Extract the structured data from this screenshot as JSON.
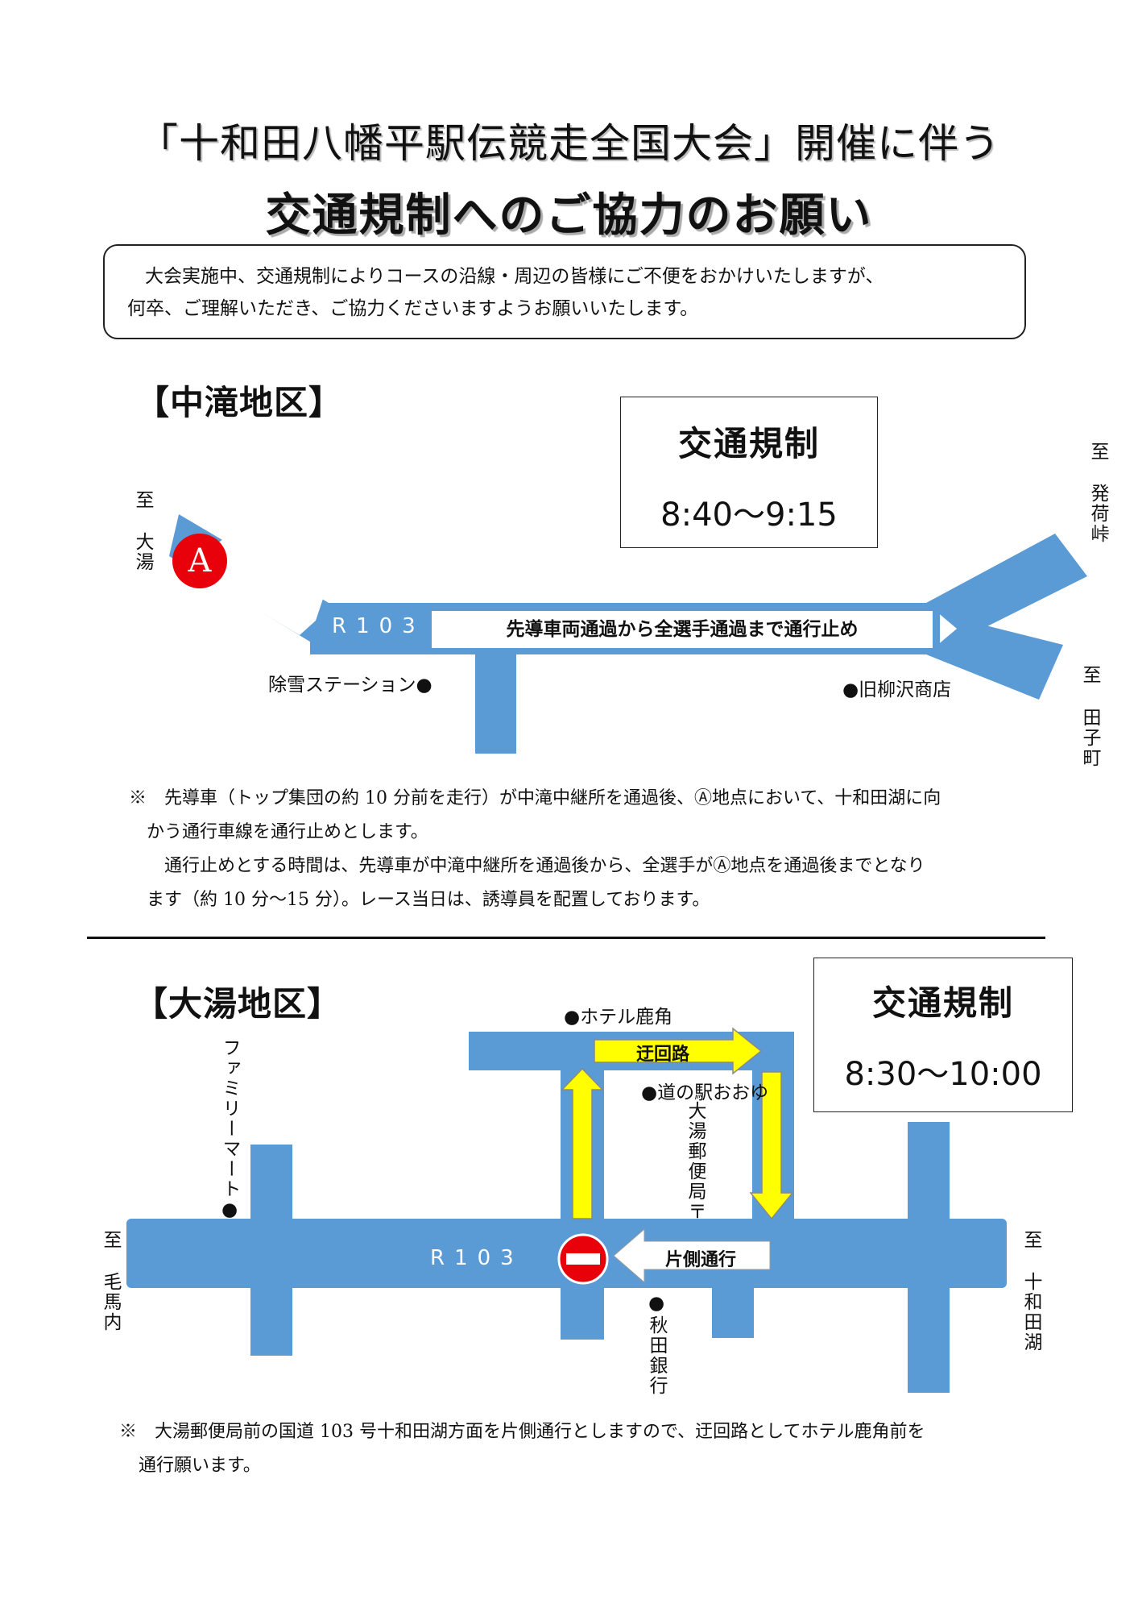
{
  "header": {
    "title_line1": "「十和田八幡平駅伝競走全国大会」開催に伴う",
    "title_line2": "交通規制へのご協力のお願い"
  },
  "intro": {
    "line1": "大会実施中、交通規制によりコースの沿線・周辺の皆様にご不便をおかけいたしますが、",
    "line2": "何卒、ご理解いただき、ご協力くださいますようお願いいたします。"
  },
  "nakataki": {
    "title": "【中滝地区】",
    "regulation_label": "交通規制",
    "regulation_time": "8:40～9:15",
    "to_left_top": "至",
    "to_left_place": "大湯",
    "to_right_top": "至",
    "to_right_top_place": "発荷峠",
    "to_right_bottom": "至",
    "to_right_bottom_place": "田子町",
    "point_marker": "A",
    "road_name": "R103",
    "closure_text": "先導車両通過から全選手通過まで通行止め",
    "landmark_snow": "除雪ステーション●",
    "landmark_shop": "●旧柳沢商店",
    "note_line1": "※　先導車（トップ集団の約 10 分前を走行）が中滝中継所を通過後、Ⓐ地点において、十和田湖に向",
    "note_line2": "かう通行車線を通行止めとします。",
    "note_line3": "　通行止めとする時間は、先導車が中滝中継所を通過後から、全選手がⒶ地点を通過後までとなり",
    "note_line4": "ます（約 10 分～15 分）。レース当日は、誘導員を配置しております。"
  },
  "oyu": {
    "title": "【大湯地区】",
    "regulation_label": "交通規制",
    "regulation_time": "8:30～10:00",
    "to_left_top": "至",
    "to_left_place": "毛馬内",
    "to_right_top": "至",
    "to_right_place": "十和田湖",
    "road_name": "R103",
    "detour_label": "迂回路",
    "oneway_label": "片側通行",
    "landmark_hotel": "●ホテル鹿角",
    "landmark_michinoeki": "●道の駅おおゆ",
    "landmark_post": "大湯郵便局〒",
    "landmark_family": "ファミリーマート●",
    "landmark_bank": "●秋田銀行",
    "note_line1": "※　大湯郵便局前の国道 103 号十和田湖方面を片側通行としますので、迂回路としてホテル鹿角前を",
    "note_line2": "通行願います。"
  },
  "colors": {
    "road": "#5b9bd5",
    "detour_arrow": "#ffff00",
    "marker_red": "#e8000b",
    "text": "#111111"
  }
}
